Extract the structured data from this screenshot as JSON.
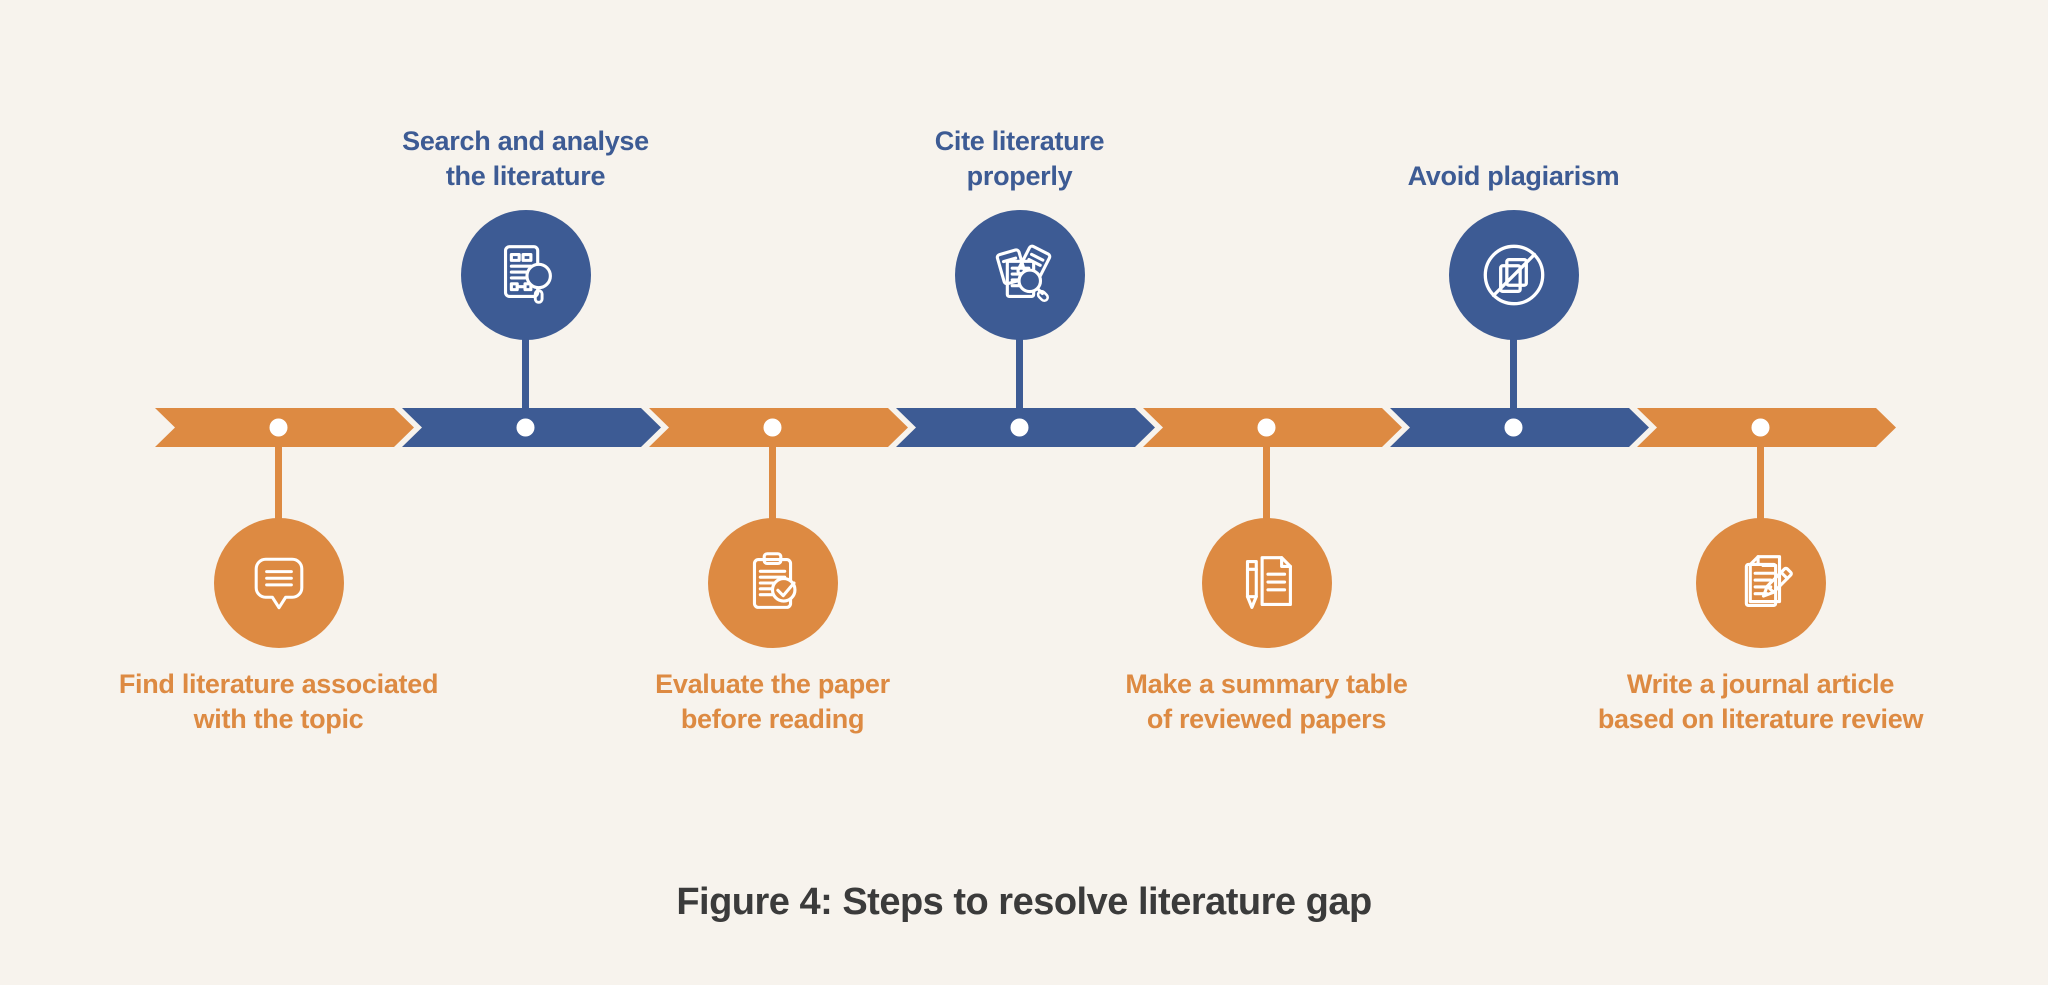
{
  "figure": {
    "caption": "Figure 4: Steps to resolve literature gap"
  },
  "colors": {
    "background": "#F7F3ED",
    "orange": "#DD8A42",
    "blue": "#3D5B94",
    "caption_text": "#3B3B3B",
    "icon_stroke": "#FFFFFF",
    "dot": "#FFFFFF"
  },
  "timeline": {
    "segment_colors": [
      "orange",
      "blue",
      "orange",
      "blue",
      "orange",
      "blue",
      "orange"
    ]
  },
  "steps": [
    {
      "label": "Find literature associated with the topic",
      "lines": [
        "Find literature associated",
        "with the topic"
      ],
      "color": "orange",
      "side": "bottom",
      "icon": "speech-bubble-icon"
    },
    {
      "label": "Search and analyse the literature",
      "lines": [
        "Search and analyse",
        "the literature"
      ],
      "color": "blue",
      "side": "top",
      "icon": "document-search-icon"
    },
    {
      "label": "Evaluate the paper before reading",
      "lines": [
        "Evaluate the paper",
        "before reading"
      ],
      "color": "orange",
      "side": "bottom",
      "icon": "clipboard-check-icon"
    },
    {
      "label": "Cite literature properly",
      "lines": [
        "Cite literature",
        "properly"
      ],
      "color": "blue",
      "side": "top",
      "icon": "cite-literature-icon"
    },
    {
      "label": "Make a summary table of reviewed papers",
      "lines": [
        "Make a summary table",
        "of reviewed papers"
      ],
      "color": "orange",
      "side": "bottom",
      "icon": "pen-document-icon"
    },
    {
      "label": "Avoid plagiarism",
      "lines": [
        "Avoid plagiarism"
      ],
      "color": "blue",
      "side": "top",
      "icon": "no-plagiarism-icon"
    },
    {
      "label": "Write a journal article based on literature review",
      "lines": [
        "Write a journal article",
        "based on literature review"
      ],
      "color": "orange",
      "side": "bottom",
      "icon": "write-article-icon"
    }
  ]
}
